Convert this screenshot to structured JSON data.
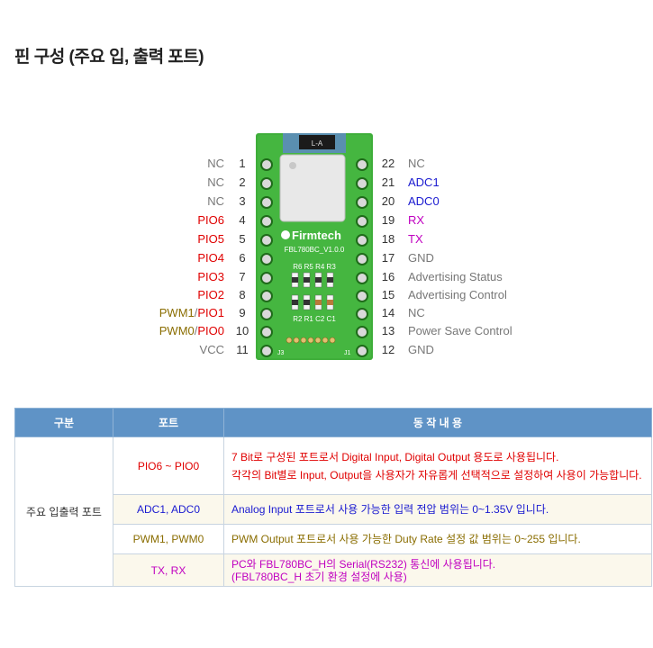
{
  "title": "핀 구성 (주요 입, 출력 포트)",
  "board": {
    "brand": "Firmtech",
    "model": "FBL780BC_V1.0.0",
    "switch_label": "L-A",
    "top_resistors": "R6 R5 R4 R3",
    "bottom_resistors": "R2 R1 C2 C1",
    "j3": "J3",
    "j1": "J1"
  },
  "left_pins": [
    {
      "name": "NC",
      "num": "1"
    },
    {
      "name": "NC",
      "num": "2"
    },
    {
      "name": "NC",
      "num": "3"
    },
    {
      "name": "PIO6",
      "num": "4"
    },
    {
      "name": "PIO5",
      "num": "5"
    },
    {
      "name": "PIO4",
      "num": "6"
    },
    {
      "name": "PIO3",
      "num": "7"
    },
    {
      "name": "PIO2",
      "num": "8"
    },
    {
      "name_a": "PWM1",
      "sep": "/",
      "name_b": "PIO1",
      "num": "9"
    },
    {
      "name_a": "PWM0",
      "sep": "/",
      "name_b": "PIO0",
      "num": "10"
    },
    {
      "name": "VCC",
      "num": "11"
    }
  ],
  "right_pins": [
    {
      "num": "22",
      "name": "NC"
    },
    {
      "num": "21",
      "name": "ADC1"
    },
    {
      "num": "20",
      "name": "ADC0"
    },
    {
      "num": "19",
      "name": "RX"
    },
    {
      "num": "18",
      "name": "TX"
    },
    {
      "num": "17",
      "name": "GND"
    },
    {
      "num": "16",
      "name": "Advertising Status"
    },
    {
      "num": "15",
      "name": "Advertising Control"
    },
    {
      "num": "14",
      "name": "NC"
    },
    {
      "num": "13",
      "name": "Power Save Control"
    },
    {
      "num": "12",
      "name": "GND"
    }
  ],
  "table": {
    "headers": [
      "구분",
      "포트",
      "동 작 내 용"
    ],
    "group": "주요 입출력 포트",
    "rows": [
      {
        "port": "PIO6 ~ PIO0",
        "line1": "7 Bit로 구성된 포트로서 Digital Input, Digital Output 용도로 사용됩니다.",
        "line2": "각각의 Bit별로 Input, Output을 사용자가 자유롭게 선택적으로 설정하여 사용이 가능합니다."
      },
      {
        "port": "ADC1, ADC0",
        "line1": "Analog Input 포트로서 사용 가능한 입력 전압 범위는 0~1.35V 입니다."
      },
      {
        "port": "PWM1, PWM0",
        "line1": "PWM Output 포트로서 사용 가능한 Duty Rate 설정 값 범위는 0~255 입니다."
      },
      {
        "port": "TX, RX",
        "line1": "PC와 FBL780BC_H의 Serial(RS232) 통신에 사용됩니다.",
        "line2": "(FBL780BC_H 초기 환경 설정에 사용)"
      }
    ]
  },
  "colors": {
    "red": "#e00000",
    "blue": "#1a1ad0",
    "purple": "#c000c0",
    "olive": "#8a6d00",
    "header": "#5f93c6",
    "board": "#3fae3a"
  }
}
